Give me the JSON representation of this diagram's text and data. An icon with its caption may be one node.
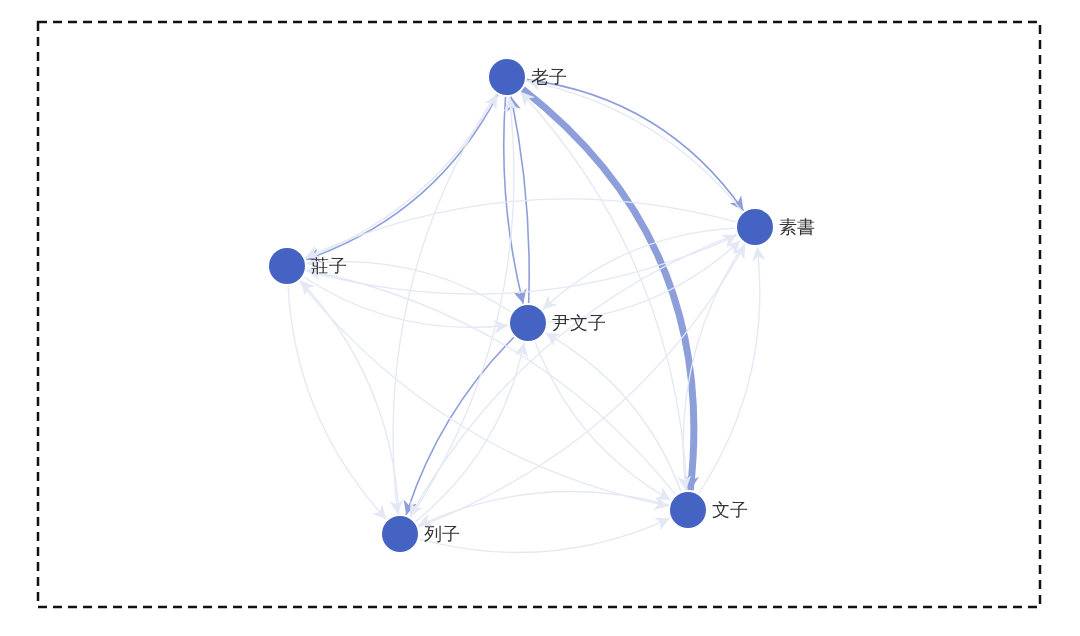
{
  "diagram": {
    "nodes": [
      {
        "text": [
          "老子"
        ]
      },
      {
        "text": [
          "素書"
        ]
      },
      {
        "text": [
          "莊子"
        ]
      },
      {
        "text": [
          "尹文子"
        ]
      },
      {
        "text": [
          "文子"
        ]
      },
      {
        "text": [
          "列子"
        ]
      }
    ],
    "edges": [
      {
        "from": 0,
        "to": 1,
        "arrow": "to",
        "color": "#8d9fdb"
      },
      {
        "from": 0,
        "to": 2,
        "arrow": "to",
        "color": "#8d9fdb"
      },
      {
        "from": 0,
        "to": 3,
        "arrow": "to",
        "color": "#8d9fdb"
      },
      {
        "from": 3,
        "to": 0,
        "arrow": "to",
        "color": "#8d9fdb"
      },
      {
        "from": 0,
        "to": 4,
        "arrow": "to",
        "color": "#8d9fdb",
        "style": "thick"
      },
      {
        "from": 3,
        "to": 5,
        "arrow": "to",
        "color": "#8d9fdb"
      },
      {
        "from": 0,
        "to": 5,
        "arrow": "to"
      },
      {
        "from": 1,
        "to": 0,
        "arrow": "to"
      },
      {
        "from": 1,
        "to": 2,
        "arrow": "to"
      },
      {
        "from": 1,
        "to": 3,
        "arrow": "to"
      },
      {
        "from": 1,
        "to": 4,
        "arrow": "to"
      },
      {
        "from": 1,
        "to": 5,
        "arrow": "to"
      },
      {
        "from": 2,
        "to": 0,
        "arrow": "to"
      },
      {
        "from": 2,
        "to": 1,
        "arrow": "to"
      },
      {
        "from": 2,
        "to": 3,
        "arrow": "to"
      },
      {
        "from": 2,
        "to": 4,
        "arrow": "to"
      },
      {
        "from": 2,
        "to": 5,
        "arrow": "to"
      },
      {
        "from": 3,
        "to": 1,
        "arrow": "to"
      },
      {
        "from": 3,
        "to": 2,
        "arrow": "to"
      },
      {
        "from": 3,
        "to": 4,
        "arrow": "to"
      },
      {
        "from": 4,
        "to": 0,
        "arrow": "to"
      },
      {
        "from": 4,
        "to": 1,
        "arrow": "to"
      },
      {
        "from": 4,
        "to": 2,
        "arrow": "to"
      },
      {
        "from": 4,
        "to": 3,
        "arrow": "to"
      },
      {
        "from": 4,
        "to": 5,
        "arrow": "to"
      },
      {
        "from": 5,
        "to": 0,
        "arrow": "to"
      },
      {
        "from": 5,
        "to": 1,
        "arrow": "to"
      },
      {
        "from": 5,
        "to": 2,
        "arrow": "to"
      },
      {
        "from": 5,
        "to": 3,
        "arrow": "to"
      },
      {
        "from": 5,
        "to": 4,
        "arrow": "to"
      }
    ]
  }
}
